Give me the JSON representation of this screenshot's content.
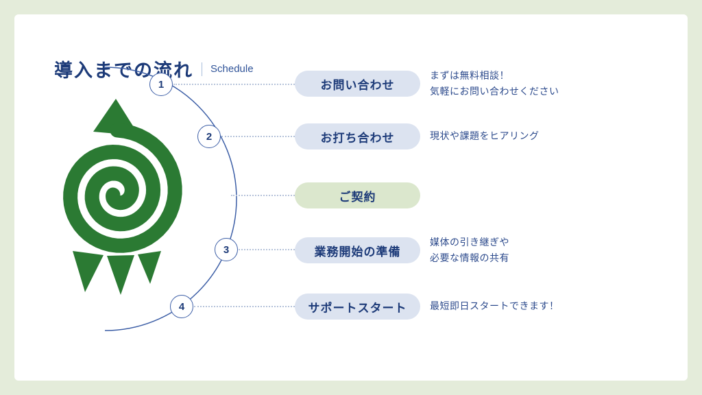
{
  "title": {
    "main": "導入までの流れ",
    "sub": "Schedule"
  },
  "steps": [
    {
      "number": "1",
      "label": "お問い合わせ",
      "desc_lines": [
        "まずは無料相談！",
        "気軽にお問い合わせください"
      ],
      "variant": "blue"
    },
    {
      "number": "2",
      "label": "お打ち合わせ",
      "desc_lines": [
        "現状や課題をヒアリング"
      ],
      "variant": "blue"
    },
    {
      "number": "",
      "label": "ご契約",
      "desc_lines": [],
      "variant": "green"
    },
    {
      "number": "3",
      "label": "業務開始の準備",
      "desc_lines": [
        "媒体の引き継ぎや",
        "必要な情報の共有"
      ],
      "variant": "blue"
    },
    {
      "number": "4",
      "label": "サポートスタート",
      "desc_lines": [
        "最短即日スタートできます！"
      ],
      "variant": "blue"
    }
  ],
  "colors": {
    "background_frame": "#e4ecda",
    "card": "#ffffff",
    "navy_text": "#1c3a78",
    "pill_blue": "#dce3f0",
    "pill_green": "#dbe7cd",
    "logo_green": "#2b7a33",
    "arc_blue": "#3c5ea6"
  }
}
